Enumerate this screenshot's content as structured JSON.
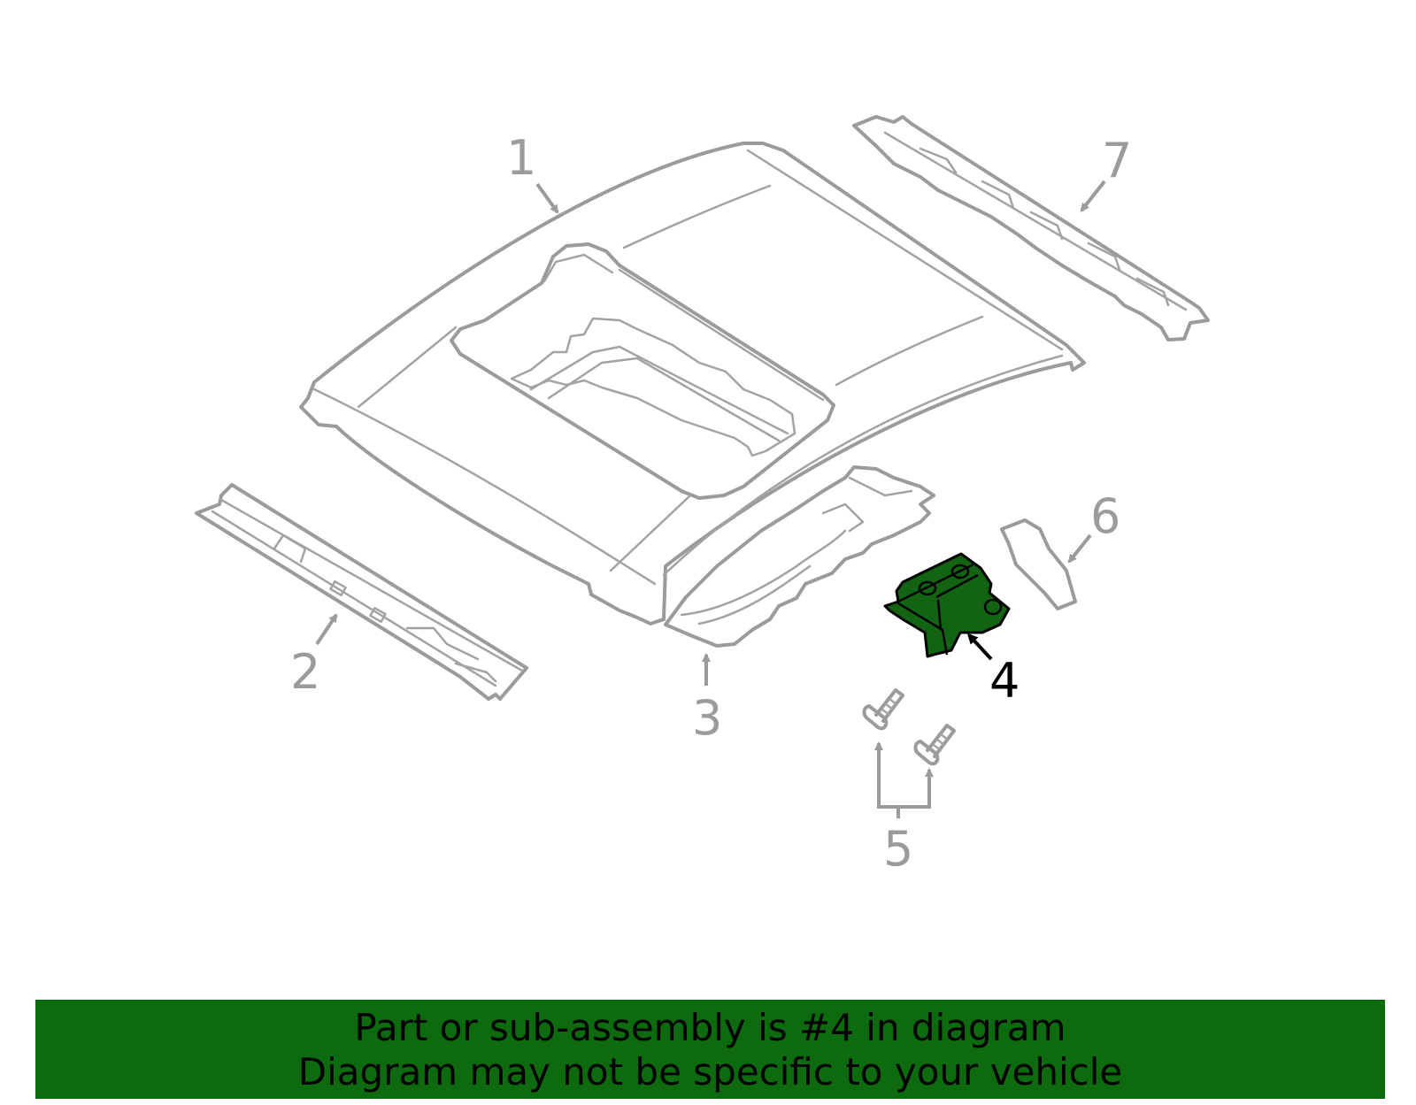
{
  "callouts": {
    "c1": "1",
    "c2": "2",
    "c3": "3",
    "c4": "4",
    "c5": "5",
    "c6": "6",
    "c7": "7"
  },
  "highlight_part": "4",
  "colors": {
    "highlight_fill": "#126312",
    "line_gray": "#9b9b9b",
    "banner_bg": "#0e6a0e"
  },
  "banner": {
    "line1": "Part or sub-assembly is #4 in diagram",
    "line2": "Diagram may not be specific to your vehicle"
  }
}
